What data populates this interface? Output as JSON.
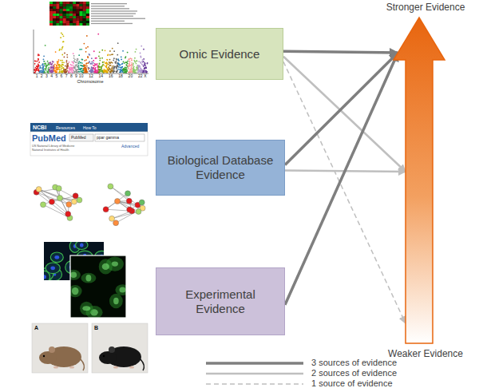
{
  "diagram": {
    "nodes": [
      {
        "text": [
          "Omic Evidence"
        ]
      },
      {
        "text": [
          "Biological Database Evidence"
        ]
      },
      {
        "text": [
          "Experimental Evidence"
        ]
      },
      {
        "text": [
          "Stronger Evidence",
          "Weaker Evidence"
        ]
      }
    ],
    "edges": [
      {
        "from": 0,
        "to": 3,
        "arrow": "to"
      },
      {
        "from": 0,
        "to": 3,
        "arrow": "to"
      },
      {
        "from": 0,
        "to": 3,
        "arrow": "to"
      },
      {
        "from": 1,
        "to": 3,
        "arrow": "to"
      },
      {
        "from": 1,
        "to": 3,
        "arrow": "to"
      },
      {
        "from": 2,
        "to": 3,
        "arrow": "to"
      }
    ],
    "labels": [
      "1",
      "2",
      "3",
      "4",
      "5",
      "6",
      "7",
      "8",
      "9",
      "10",
      "12",
      "14",
      "16",
      "18",
      "20",
      "22",
      "X",
      "Chromosome",
      "NCBI",
      "Resources",
      "How To",
      "PubMed",
      "US National Library of Medicine National Institutes of Health",
      "PubMed",
      "ppar gamma",
      "Advanced",
      "A",
      "B"
    ],
    "legend": [
      {
        "text": "3 sources of evidence"
      },
      {
        "text": "2 sources of evidence"
      },
      {
        "text": "1 source of evidence"
      }
    ]
  }
}
